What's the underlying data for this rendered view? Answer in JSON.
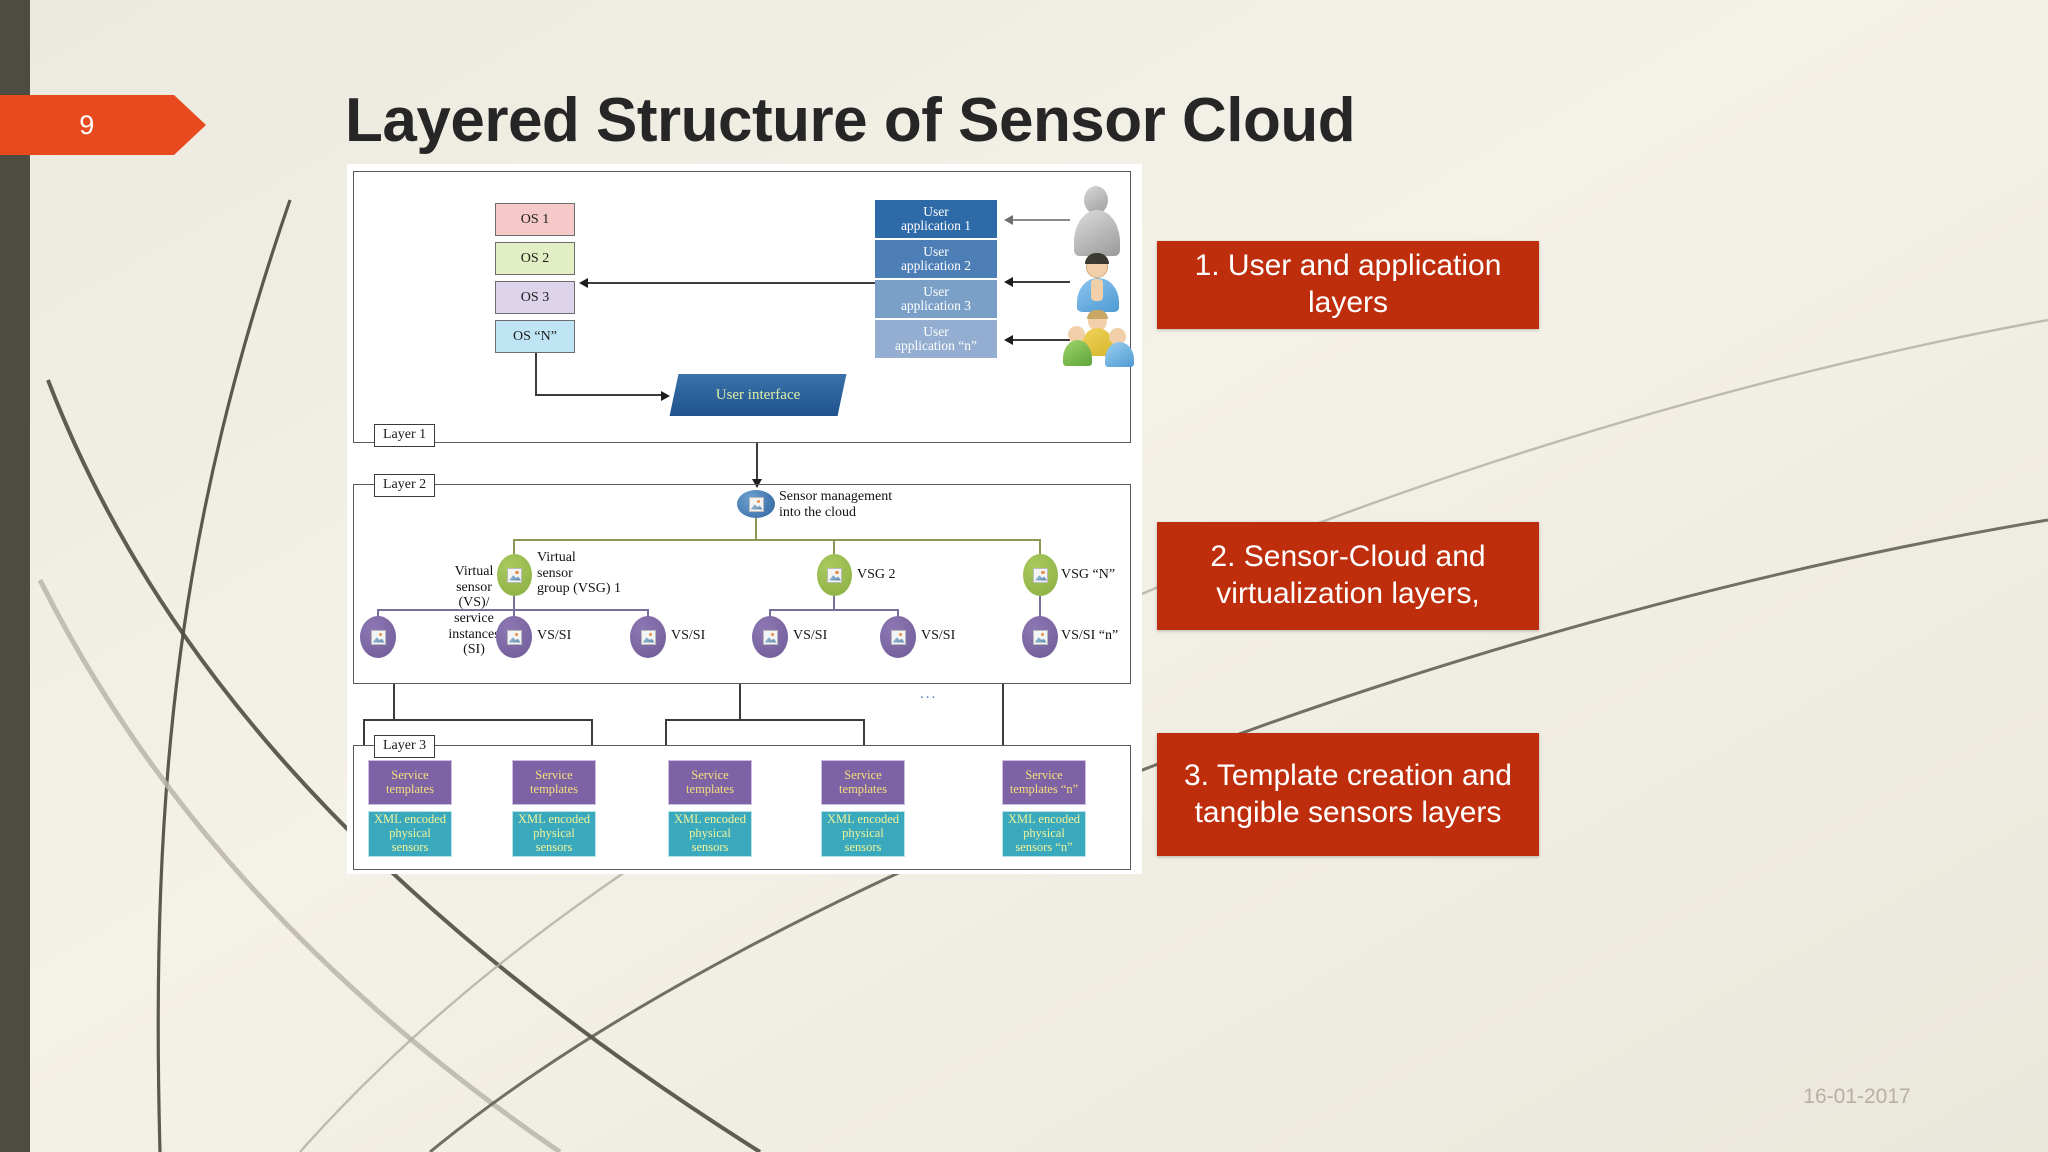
{
  "slide": {
    "number": "9",
    "title": "Layered Structure of Sensor Cloud",
    "timestamp": "16-01-2017"
  },
  "colors": {
    "accent_orange": "#e8491f",
    "callout_red": "#bf2e0c",
    "left_bar": "#4c4c41",
    "background": "#efece1",
    "os1": "#f6c9c9",
    "os2": "#e2eec4",
    "os3": "#ddd3ea",
    "osn": "#bfe5f4",
    "user_app": "#2f6aa8",
    "user_interface": "#20538d",
    "sensor_mgmt_node": "#2f639e",
    "vsg_node": "#8aae41",
    "vs_si_node": "#6e5a96",
    "service_template": "#7d62a5",
    "xml_sensor": "#3aa9bd"
  },
  "diagram": {
    "layer1": {
      "tag": "Layer 1",
      "os_boxes": [
        {
          "label": "OS 1",
          "color": "#f6c9c9"
        },
        {
          "label": "OS 2",
          "color": "#e2eec4"
        },
        {
          "label": "OS 3",
          "color": "#ddd3ea"
        },
        {
          "label": "OS “N”",
          "color": "#bfe5f4"
        }
      ],
      "user_applications": [
        {
          "line1": "User",
          "line2": "application 1"
        },
        {
          "line1": "User",
          "line2": "application 2"
        },
        {
          "line1": "User",
          "line2": "application 3"
        },
        {
          "line1": "User",
          "line2": "application “n”"
        }
      ],
      "user_interface": "User interface",
      "actors": [
        "single-user-gray-icon",
        "single-user-color-icon",
        "user-group-icon"
      ]
    },
    "layer2": {
      "tag": "Layer 2",
      "sensor_management": {
        "line1": "Sensor management",
        "line2": "into the cloud"
      },
      "vs_si_caption": [
        "Virtual",
        "sensor",
        "(VS)/",
        "service",
        "instances",
        "(SI)"
      ],
      "vsg_nodes": [
        {
          "label_lines": [
            "Virtual",
            "sensor",
            "group (VSG) 1"
          ]
        },
        {
          "label_lines": [
            "VSG 2"
          ]
        },
        {
          "label_lines": [
            "VSG “N”"
          ]
        }
      ],
      "vs_si_nodes": [
        {
          "label": ""
        },
        {
          "label": "VS/SI"
        },
        {
          "label": "VS/SI"
        },
        {
          "label": "VS/SI"
        },
        {
          "label": "VS/SI"
        },
        {
          "label": "VS/SI “n”"
        }
      ],
      "ellipsis": "..."
    },
    "layer3": {
      "tag": "Layer 3",
      "columns": [
        {
          "service_template": "Service\ntemplates",
          "xml_sensor": "XML encoded\nphysical\nsensors"
        },
        {
          "service_template": "Service\ntemplates",
          "xml_sensor": "XML encoded\nphysical\nsensors"
        },
        {
          "service_template": "Service\ntemplates",
          "xml_sensor": "XML encoded\nphysical\nsensors"
        },
        {
          "service_template": "Service\ntemplates",
          "xml_sensor": "XML encoded\nphysical\nsensors"
        },
        {
          "service_template": "Service\ntemplates “n”",
          "xml_sensor": "XML encoded\nphysical\nsensors “n”"
        }
      ]
    }
  },
  "callouts": [
    {
      "text": "1. User and application layers"
    },
    {
      "text": "2. Sensor-Cloud and virtualization layers,"
    },
    {
      "text": "3. Template creation and tangible sensors layers"
    }
  ]
}
